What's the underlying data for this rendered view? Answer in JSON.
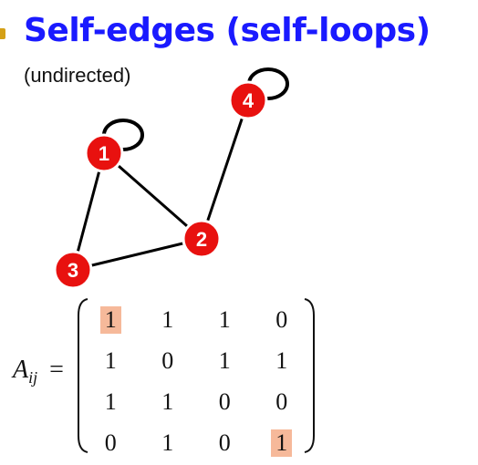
{
  "title": "Self-edges (self-loops)",
  "subtitle": "(undirected)",
  "colors": {
    "title": "#1a1aff",
    "node_fill": "#e8110f",
    "node_stroke": "#ffffff",
    "edge": "#000000",
    "highlight": "#f6b99a"
  },
  "graph": {
    "nodes": [
      {
        "id": "1",
        "label": "1",
        "self_loop": true
      },
      {
        "id": "2",
        "label": "2",
        "self_loop": false
      },
      {
        "id": "3",
        "label": "3",
        "self_loop": false
      },
      {
        "id": "4",
        "label": "4",
        "self_loop": true
      }
    ],
    "edges": [
      {
        "from": "1",
        "to": "2"
      },
      {
        "from": "1",
        "to": "3"
      },
      {
        "from": "2",
        "to": "3"
      },
      {
        "from": "2",
        "to": "4"
      }
    ]
  },
  "matrix": {
    "label_main": "A",
    "label_sub": "ij",
    "equals": "=",
    "rows": [
      [
        "1",
        "1",
        "1",
        "0"
      ],
      [
        "1",
        "0",
        "1",
        "1"
      ],
      [
        "1",
        "1",
        "0",
        "0"
      ],
      [
        "0",
        "1",
        "0",
        "1"
      ]
    ],
    "highlighted": [
      [
        0,
        0
      ],
      [
        3,
        3
      ]
    ]
  }
}
